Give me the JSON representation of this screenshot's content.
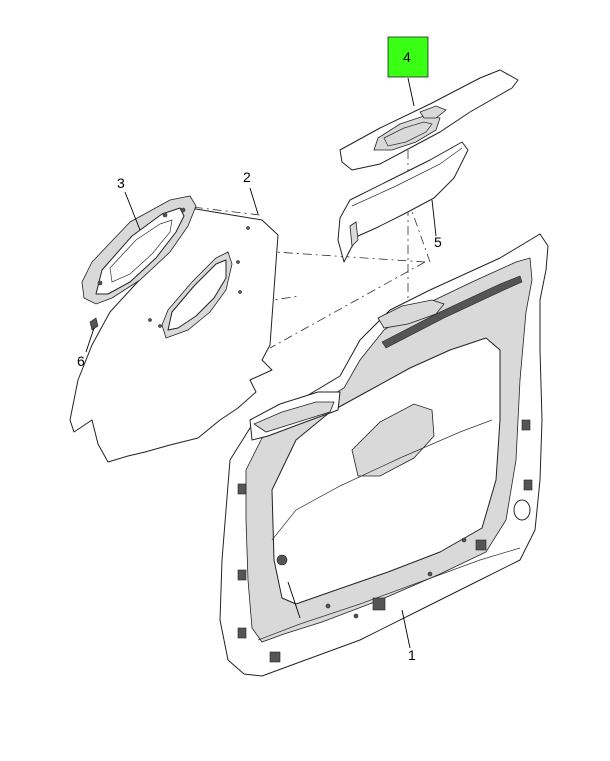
{
  "callouts": {
    "door_inner_panel": "1",
    "watershield": "2",
    "speaker_grille_frame": "3",
    "armrest_pad": "4",
    "armrest_lower_cover": "5",
    "push_pin_clip": "6"
  },
  "colors": {
    "highlight": "#39ff14",
    "line": "#222222",
    "shade": "#d9d9d9"
  },
  "icons": {
    "door_panel": "door-trim-panel-drawing",
    "sheet": "watershield-sheet-drawing",
    "frame": "speaker-frame-drawing",
    "pad": "armrest-pad-drawing",
    "cover": "armrest-cover-drawing",
    "clip": "clip-drawing"
  }
}
